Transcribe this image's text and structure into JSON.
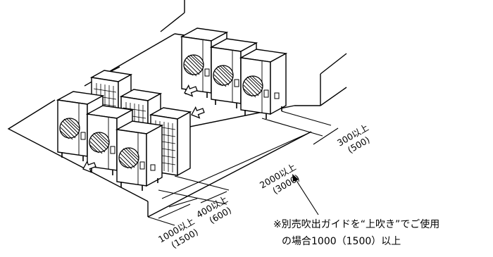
{
  "dimensions": {
    "back_clearance": {
      "label": "300以上",
      "sub": "(500)"
    },
    "side_clearance": {
      "label": "2000以上",
      "sub": "(3000)"
    },
    "between_rows": {
      "label": "400以上",
      "sub": "(600)"
    },
    "front_clearance": {
      "label": "1000以上",
      "sub": "(1500)"
    }
  },
  "note": {
    "line1": "※別売吹出ガイドを“上吹き”でご使用",
    "line2": "の場合1000（1500）以上"
  },
  "units": [
    {
      "id": "back-row-unit-1",
      "type": "outdoor-unit-fan"
    },
    {
      "id": "back-row-unit-2",
      "type": "outdoor-unit-fan"
    },
    {
      "id": "back-row-unit-3",
      "type": "outdoor-unit-fan"
    },
    {
      "id": "front-row-unit-1",
      "type": "outdoor-unit-fan"
    },
    {
      "id": "front-row-unit-2",
      "type": "outdoor-unit-fan"
    },
    {
      "id": "front-row-unit-3",
      "type": "outdoor-unit-fan"
    },
    {
      "id": "middle-row-unit-1",
      "type": "outdoor-unit-rear-grille"
    },
    {
      "id": "middle-row-unit-2",
      "type": "outdoor-unit-rear-grille"
    },
    {
      "id": "middle-row-unit-3",
      "type": "outdoor-unit-rear-grille"
    }
  ],
  "icons": [
    "airflow-arrow-icon",
    "airflow-arrow-icon",
    "airflow-arrow-icon",
    "airflow-arrow-icon"
  ]
}
